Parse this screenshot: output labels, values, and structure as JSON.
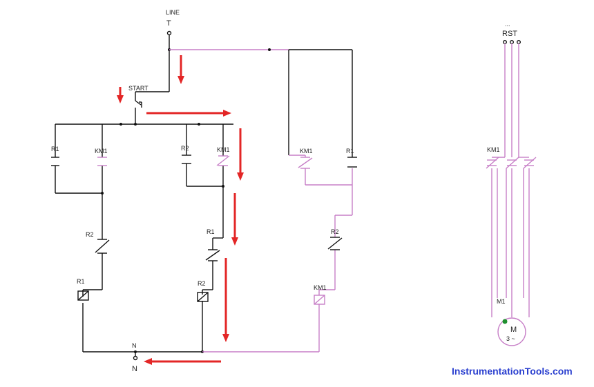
{
  "labels": {
    "line": "LINE",
    "t_left": "T",
    "start": "START",
    "r1_a": "R1",
    "km1_a": "KM1",
    "r2_a": "R2",
    "km1_b": "KM1",
    "r2_b": "R2",
    "r1_c": "R1",
    "r1_coil": "R1",
    "r2_coil": "R2",
    "n_top": "N",
    "n_bottom": "N",
    "km1_c": "KM1",
    "r1_d": "R1",
    "r2_c": "R2",
    "km1_coil": "KM1",
    "dots": "...",
    "rst": "RST",
    "km1_power": "KM1",
    "m1": "M1",
    "motor_m": "M",
    "motor_phase": "3 ~"
  },
  "colors": {
    "wire": "#111111",
    "energized_wire": "#c77fc7",
    "flow_arrow": "#e32626",
    "brand": "#2a3fcf"
  },
  "brand": {
    "text": "InstrumentationTools.com"
  }
}
